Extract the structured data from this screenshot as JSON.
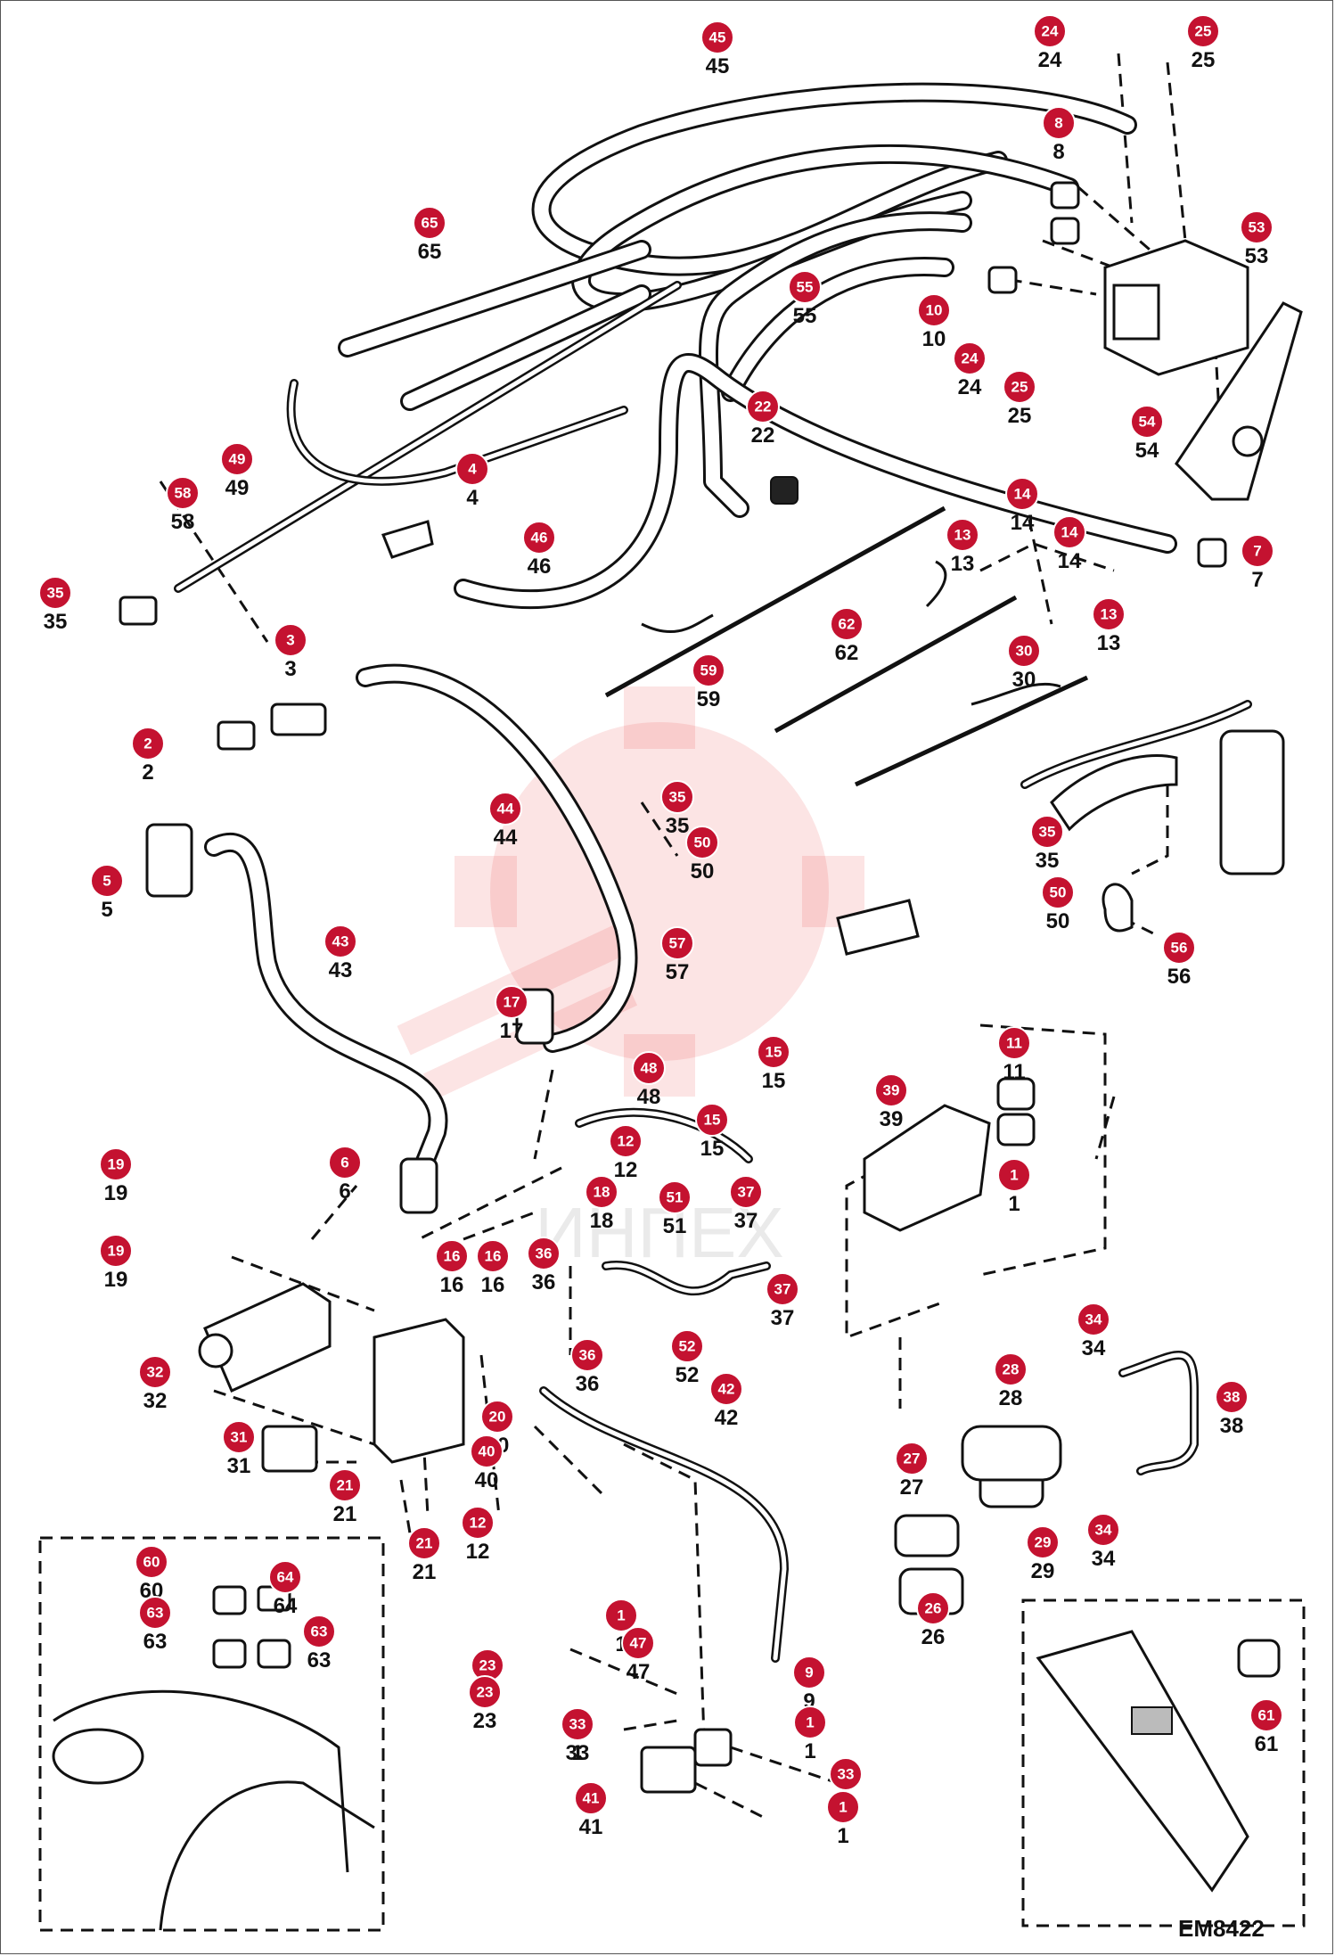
{
  "drawing_code": "EM8422",
  "watermark_text": "ИНПЕХ",
  "callouts": [
    {
      "label": "45"
    },
    {
      "label": "24"
    },
    {
      "label": "25"
    },
    {
      "label": "8"
    },
    {
      "label": "53"
    },
    {
      "label": "65"
    },
    {
      "label": "55"
    },
    {
      "label": "10"
    },
    {
      "label": "24"
    },
    {
      "label": "25"
    },
    {
      "label": "22"
    },
    {
      "label": "54"
    },
    {
      "label": "49"
    },
    {
      "label": "4"
    },
    {
      "label": "58"
    },
    {
      "label": "14"
    },
    {
      "label": "13"
    },
    {
      "label": "46"
    },
    {
      "label": "14"
    },
    {
      "label": "7"
    },
    {
      "label": "35"
    },
    {
      "label": "13"
    },
    {
      "label": "62"
    },
    {
      "label": "59"
    },
    {
      "label": "30"
    },
    {
      "label": "3"
    },
    {
      "label": "2"
    },
    {
      "label": "35"
    },
    {
      "label": "44"
    },
    {
      "label": "50"
    },
    {
      "label": "35"
    },
    {
      "label": "5"
    },
    {
      "label": "50"
    },
    {
      "label": "57"
    },
    {
      "label": "43"
    },
    {
      "label": "56"
    },
    {
      "label": "17"
    },
    {
      "label": "11"
    },
    {
      "label": "48"
    },
    {
      "label": "15"
    },
    {
      "label": "39"
    },
    {
      "label": "15"
    },
    {
      "label": "12"
    },
    {
      "label": "19"
    },
    {
      "label": "6"
    },
    {
      "label": "1"
    },
    {
      "label": "18"
    },
    {
      "label": "37"
    },
    {
      "label": "51"
    },
    {
      "label": "19"
    },
    {
      "label": "16"
    },
    {
      "label": "16"
    },
    {
      "label": "36"
    },
    {
      "label": "37"
    },
    {
      "label": "34"
    },
    {
      "label": "52"
    },
    {
      "label": "32"
    },
    {
      "label": "36"
    },
    {
      "label": "42"
    },
    {
      "label": "28"
    },
    {
      "label": "38"
    },
    {
      "label": "20"
    },
    {
      "label": "31"
    },
    {
      "label": "40"
    },
    {
      "label": "27"
    },
    {
      "label": "21"
    },
    {
      "label": "12"
    },
    {
      "label": "21"
    },
    {
      "label": "29"
    },
    {
      "label": "34"
    },
    {
      "label": "60"
    },
    {
      "label": "64"
    },
    {
      "label": "26"
    },
    {
      "label": "63"
    },
    {
      "label": "63"
    },
    {
      "label": "23"
    },
    {
      "label": "23"
    },
    {
      "label": "1"
    },
    {
      "label": "47"
    },
    {
      "label": "9"
    },
    {
      "label": "61"
    },
    {
      "label": "1"
    },
    {
      "label": "1"
    },
    {
      "label": "33"
    },
    {
      "label": "41"
    },
    {
      "label": "33"
    },
    {
      "label": "1"
    }
  ]
}
